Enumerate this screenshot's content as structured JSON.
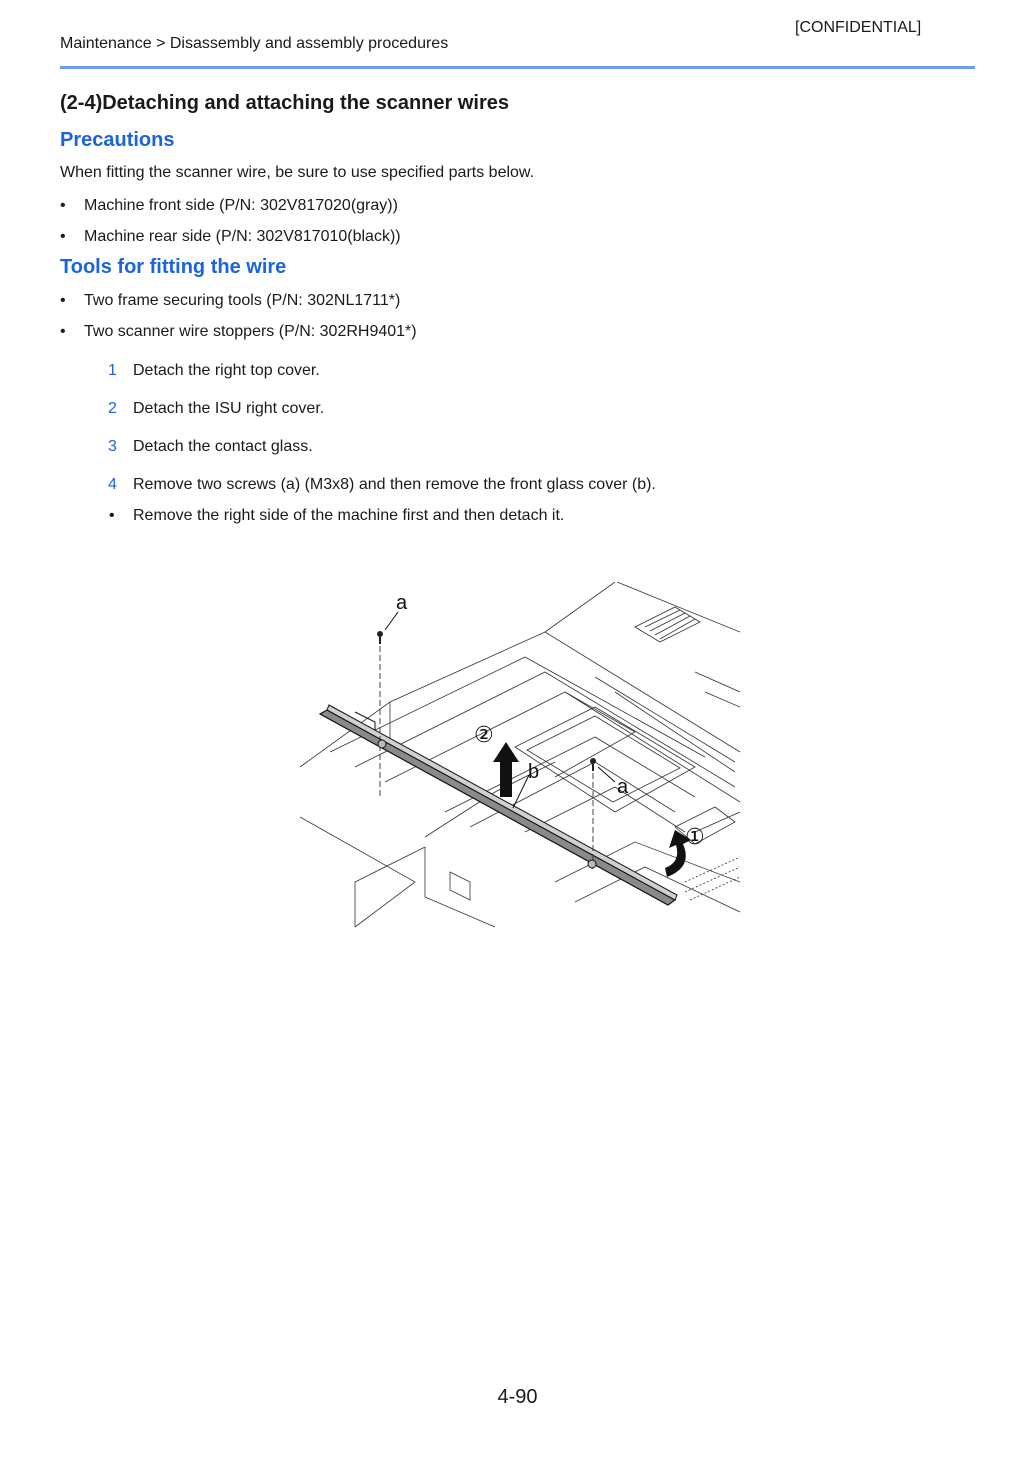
{
  "header": {
    "confidential": "[CONFIDENTIAL]",
    "breadcrumb": "Maintenance > Disassembly and assembly procedures"
  },
  "title": "(2-4)Detaching and attaching the scanner wires",
  "precautions": {
    "heading": "Precautions",
    "intro": "When fitting the scanner wire, be sure to use specified parts below.",
    "items": [
      "Machine front side (P/N: 302V817020(gray))",
      "Machine rear side (P/N: 302V817010(black))"
    ]
  },
  "tools": {
    "heading": "Tools for fitting the wire",
    "items": [
      "Two frame securing tools (P/N: 302NL1711*)",
      "Two scanner wire stoppers (P/N: 302RH9401*)"
    ]
  },
  "steps": [
    {
      "num": "1",
      "text": "Detach the right top cover."
    },
    {
      "num": "2",
      "text": "Detach the ISU right cover."
    },
    {
      "num": "3",
      "text": "Detach the contact glass."
    },
    {
      "num": "4",
      "text": "Remove two screws (a) (M3x8) and then remove the front glass cover (b)."
    }
  ],
  "step_note": "Remove the right side of the machine first and then detach it.",
  "bullet_char": "•",
  "figure": {
    "labels": {
      "screw_a_top": "a",
      "screw_a_right": "a",
      "cover_b": "b",
      "callout_1": "①",
      "callout_2": "②"
    }
  },
  "page_number": "4-90",
  "colors": {
    "accent_blue": "#1a64e0",
    "rule_blue": "#6d9cf0"
  }
}
